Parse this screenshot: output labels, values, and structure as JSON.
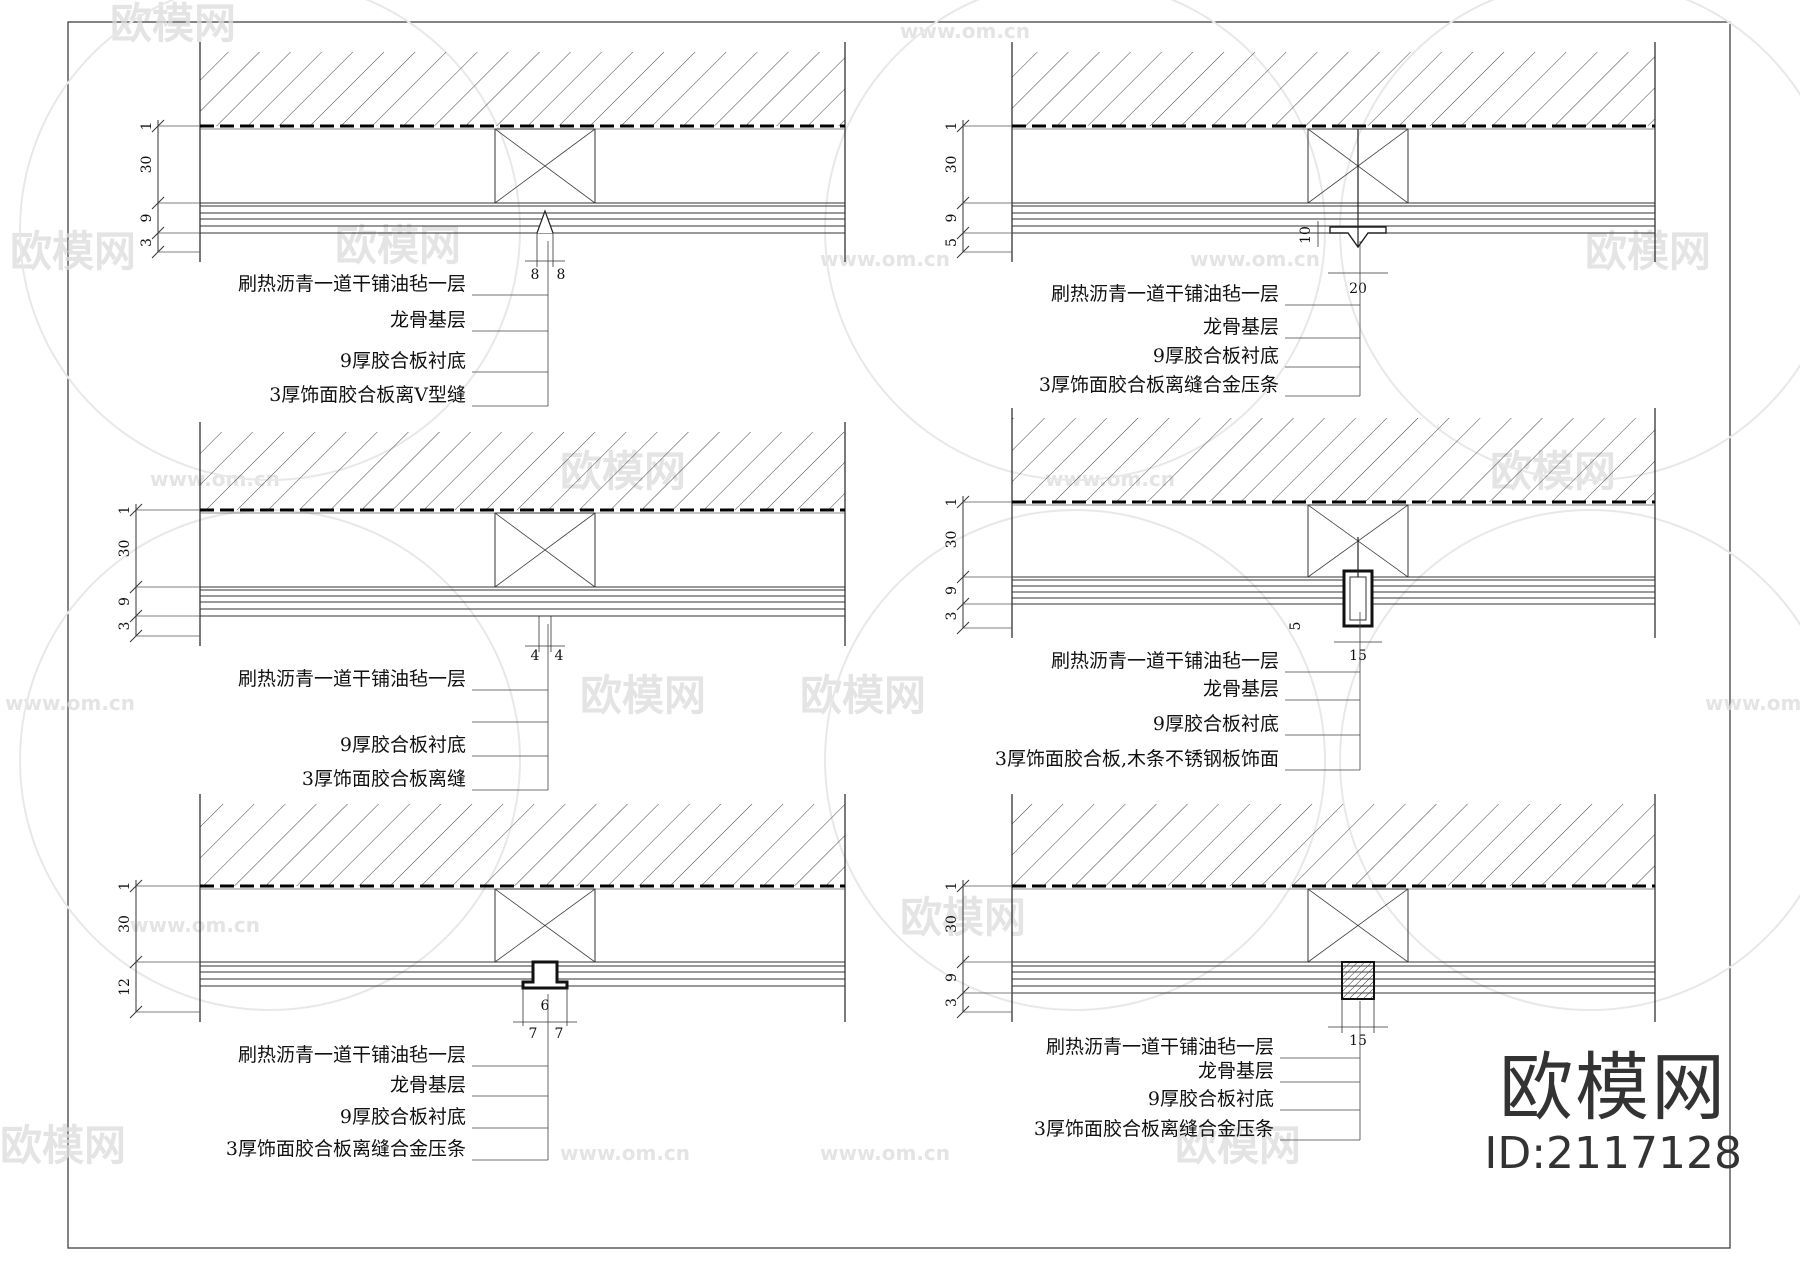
{
  "watermark": {
    "site": "www.om.cn",
    "logo": "欧模网",
    "id_label": "ID:2117128"
  },
  "details": [
    {
      "dims_left": [
        "1",
        "30",
        "9",
        "3"
      ],
      "joint_dims": [
        "8",
        "8"
      ],
      "notes": [
        "刷热沥青一道干铺油毡一层",
        "龙骨基层",
        "9厚胶合板衬底",
        "3厚饰面胶合板离V型缝"
      ]
    },
    {
      "dims_left": [
        "1",
        "30",
        "9",
        "5"
      ],
      "joint_dims": [
        "10",
        "20"
      ],
      "notes": [
        "刷热沥青一道干铺油毡一层",
        "龙骨基层",
        "9厚胶合板衬底",
        "3厚饰面胶合板离缝合金压条"
      ]
    },
    {
      "dims_left": [
        "1",
        "30",
        "9",
        "3"
      ],
      "joint_dims": [
        "4",
        "4"
      ],
      "notes": [
        "刷热沥青一道干铺油毡一层",
        "9厚胶合板衬底",
        "3厚饰面胶合板离缝"
      ]
    },
    {
      "dims_left": [
        "1",
        "30",
        "9",
        "3"
      ],
      "joint_dims": [
        "5",
        "15"
      ],
      "notes": [
        "刷热沥青一道干铺油毡一层",
        "龙骨基层",
        "9厚胶合板衬底",
        "3厚饰面胶合板,木条不锈钢板饰面"
      ]
    },
    {
      "dims_left": [
        "1",
        "30",
        "12"
      ],
      "joint_dims": [
        "6",
        "7",
        "7"
      ],
      "notes": [
        "刷热沥青一道干铺油毡一层",
        "龙骨基层",
        "9厚胶合板衬底",
        "3厚饰面胶合板离缝合金压条"
      ]
    },
    {
      "dims_left": [
        "1",
        "30",
        "9",
        "3"
      ],
      "joint_dims": [
        "15"
      ],
      "notes": [
        "刷热沥青一道干铺油毡一层",
        "龙骨基层",
        "9厚胶合板衬底",
        "3厚饰面胶合板离缝合金压条"
      ]
    }
  ]
}
